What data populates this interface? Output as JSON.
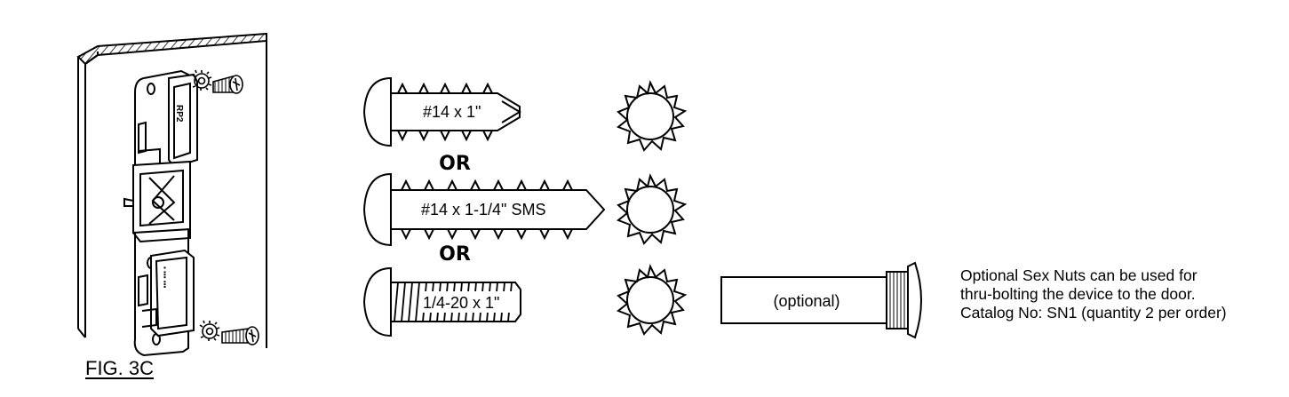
{
  "figure": {
    "label": "FIG. 3C"
  },
  "screws": [
    {
      "name": "self-drilling-screw",
      "label": "#14 x 1\""
    },
    {
      "name": "sheet-metal-screw",
      "label": "#14 x 1-1/4\" SMS"
    },
    {
      "name": "machine-screw",
      "label": "1/4-20 x 1\""
    }
  ],
  "separators": [
    "OR",
    "OR"
  ],
  "bracket": {
    "top_mark": "RP2"
  },
  "sex_nut": {
    "label": "(optional)"
  },
  "note": {
    "lines": [
      "Optional Sex Nuts can be used for",
      "thru-bolting the device to the door.",
      "Catalog No: SN1 (quantity 2 per order)"
    ]
  },
  "icons": [
    "bracket-assembly-icon",
    "lock-washer-icon",
    "screw-icon",
    "sex-nut-icon"
  ]
}
